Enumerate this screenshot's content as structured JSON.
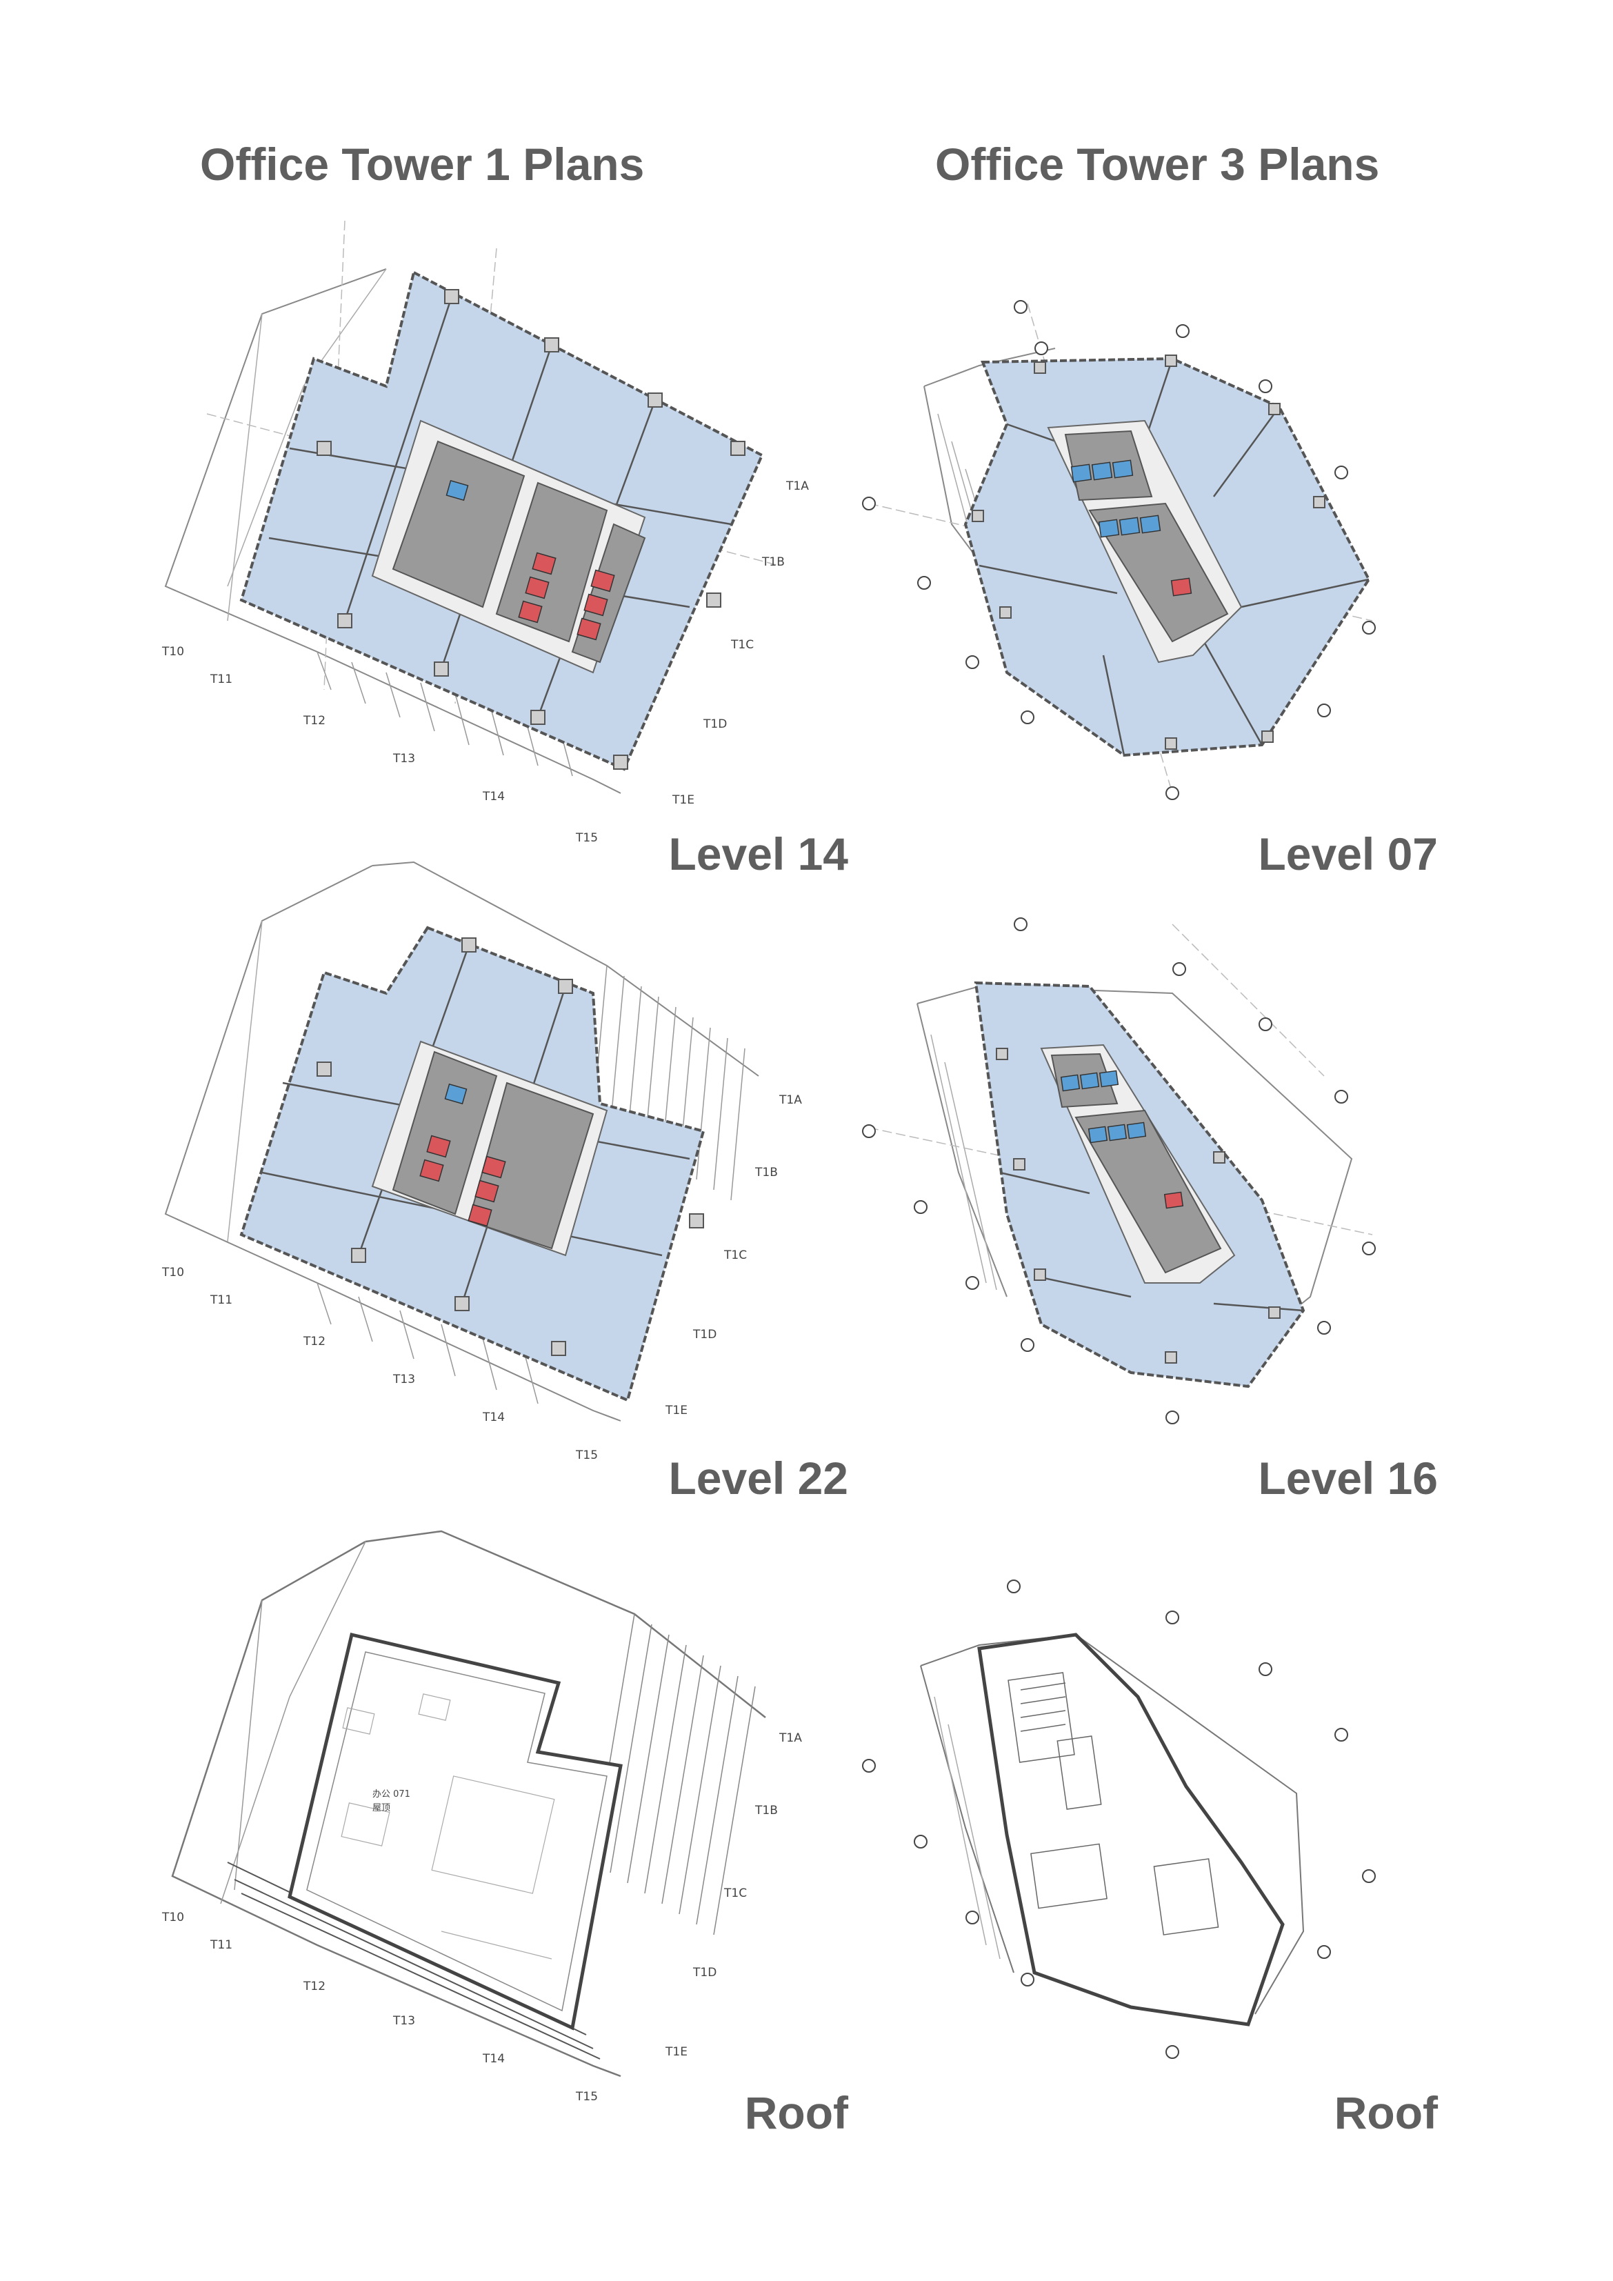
{
  "headings": {
    "tower1": "Office Tower 1 Plans",
    "tower3": "Office Tower 3 Plans"
  },
  "plans": [
    {
      "tower": "tower1",
      "level": "Level 14"
    },
    {
      "tower": "tower3",
      "level": "Level 07"
    },
    {
      "tower": "tower1",
      "level": "Level 22"
    },
    {
      "tower": "tower3",
      "level": "Level 16"
    },
    {
      "tower": "tower1",
      "level": "Roof"
    },
    {
      "tower": "tower3",
      "level": "Roof"
    }
  ],
  "grid_tags": {
    "bottom": [
      "T10",
      "T11",
      "T12",
      "T13",
      "T14",
      "T15"
    ],
    "right": [
      "T1A",
      "T1B",
      "T1C",
      "T1D",
      "T1E"
    ]
  },
  "roof_notes": {
    "main": "办公 071",
    "sub": "屋顶"
  },
  "colors": {
    "floor_fill": "#c5d6ea",
    "core_fill": "#9a9a9a",
    "lift_blue": "#5aa0d6",
    "lift_red": "#d9565b",
    "line": "#666666",
    "text": "#5f5f5f"
  }
}
